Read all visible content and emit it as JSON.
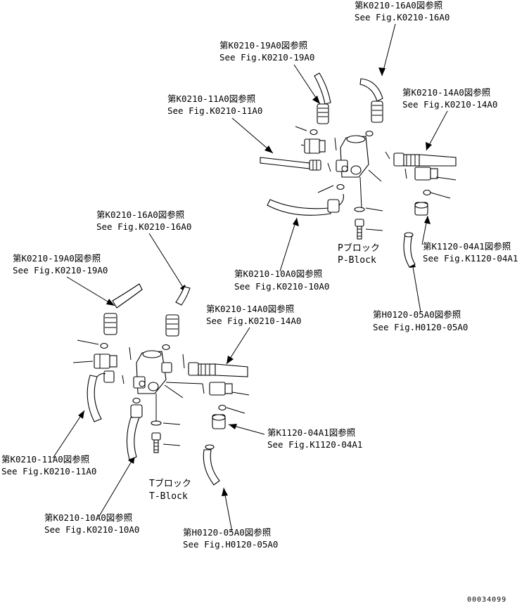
{
  "callouts": [
    {
      "id": "p-16a0",
      "jp": "第K0210-16A0図参照",
      "en": "See Fig.K0210-16A0"
    },
    {
      "id": "p-19a0",
      "jp": "第K0210-19A0図参照",
      "en": "See Fig.K0210-19A0"
    },
    {
      "id": "p-11a0",
      "jp": "第K0210-11A0図参照",
      "en": "See Fig.K0210-11A0"
    },
    {
      "id": "p-14a0",
      "jp": "第K0210-14A0図参照",
      "en": "See Fig.K0210-14A0"
    },
    {
      "id": "p-10a0",
      "jp": "第K0210-10A0図参照",
      "en": "See Fig.K0210-10A0"
    },
    {
      "id": "p-04a1",
      "jp": "第K1120-04A1図参照",
      "en": "See Fig.K1120-04A1"
    },
    {
      "id": "p-05a0",
      "jp": "第H0120-05A0図参照",
      "en": "See Fig.H0120-05A0"
    },
    {
      "id": "t-16a0",
      "jp": "第K0210-16A0図参照",
      "en": "See Fig.K0210-16A0"
    },
    {
      "id": "t-19a0",
      "jp": "第K0210-19A0図参照",
      "en": "See Fig.K0210-19A0"
    },
    {
      "id": "t-14a0",
      "jp": "第K0210-14A0図参照",
      "en": "See Fig.K0210-14A0"
    },
    {
      "id": "t-04a1",
      "jp": "第K1120-04A1図参照",
      "en": "See Fig.K1120-04A1"
    },
    {
      "id": "t-11a0",
      "jp": "第K0210-11A0図参照",
      "en": "See Fig.K0210-11A0"
    },
    {
      "id": "t-10a0",
      "jp": "第K0210-10A0図参照",
      "en": "See Fig.K0210-10A0"
    },
    {
      "id": "t-05a0",
      "jp": "第H0120-05A0図参照",
      "en": "See Fig.H0120-05A0"
    }
  ],
  "blocks": {
    "p": {
      "jp": "Pブロック",
      "en": "P-Block"
    },
    "t": {
      "jp": "Tブロック",
      "en": "T-Block"
    }
  },
  "drawing_number": "00034099"
}
